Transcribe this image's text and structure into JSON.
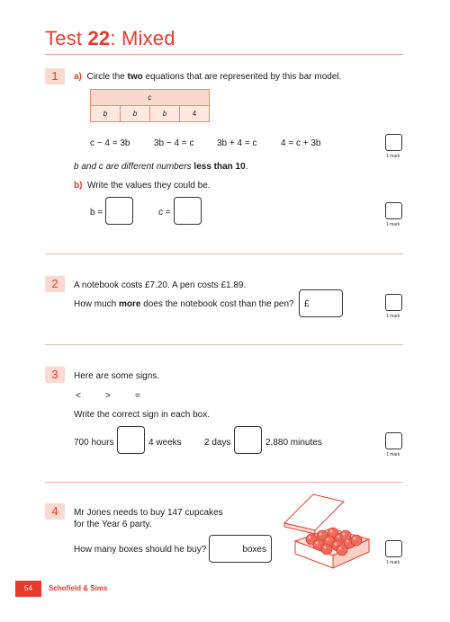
{
  "title": {
    "prefix": "Test ",
    "number": "22",
    "suffix": ": Mixed"
  },
  "mark_label": "1 mark",
  "q1": {
    "number": "1",
    "a_label": "a)",
    "a_pre": "Circle the ",
    "a_bold": "two",
    "a_post": " equations that are represented by this bar model.",
    "bar_top": "c",
    "bar_cells": [
      "b",
      "b",
      "b",
      "4"
    ],
    "equations": [
      "c − 4 = 3b",
      "3b − 4 = c",
      "3b + 4 = c",
      "4 = c + 3b"
    ],
    "note_pre": "b and c are different numbers ",
    "note_bold": "less than 10",
    "note_post": ".",
    "b_label": "b)",
    "b_text": "Write the values they could be.",
    "b_var": "b =",
    "c_var": "c ="
  },
  "q2": {
    "number": "2",
    "line1": "A notebook costs £7.20. A pen costs £1.89.",
    "line2_pre": "How much ",
    "line2_bold": "more",
    "line2_post": " does the notebook cost than the pen?",
    "currency": "£"
  },
  "q3": {
    "number": "3",
    "line1": "Here are some signs.",
    "signs": [
      "<",
      ">",
      "="
    ],
    "line2": "Write the correct sign in each box.",
    "left1": "700 hours",
    "right1": "4 weeks",
    "left2": "2 days",
    "right2": "2,880 minutes"
  },
  "q4": {
    "number": "4",
    "line1": "Mr Jones needs to buy 147 cupcakes",
    "line2": "for the Year 6 party.",
    "question": "How many boxes should he buy?",
    "unit": "boxes"
  },
  "footer": {
    "page": "54",
    "brand": "Schofield & Sims"
  }
}
